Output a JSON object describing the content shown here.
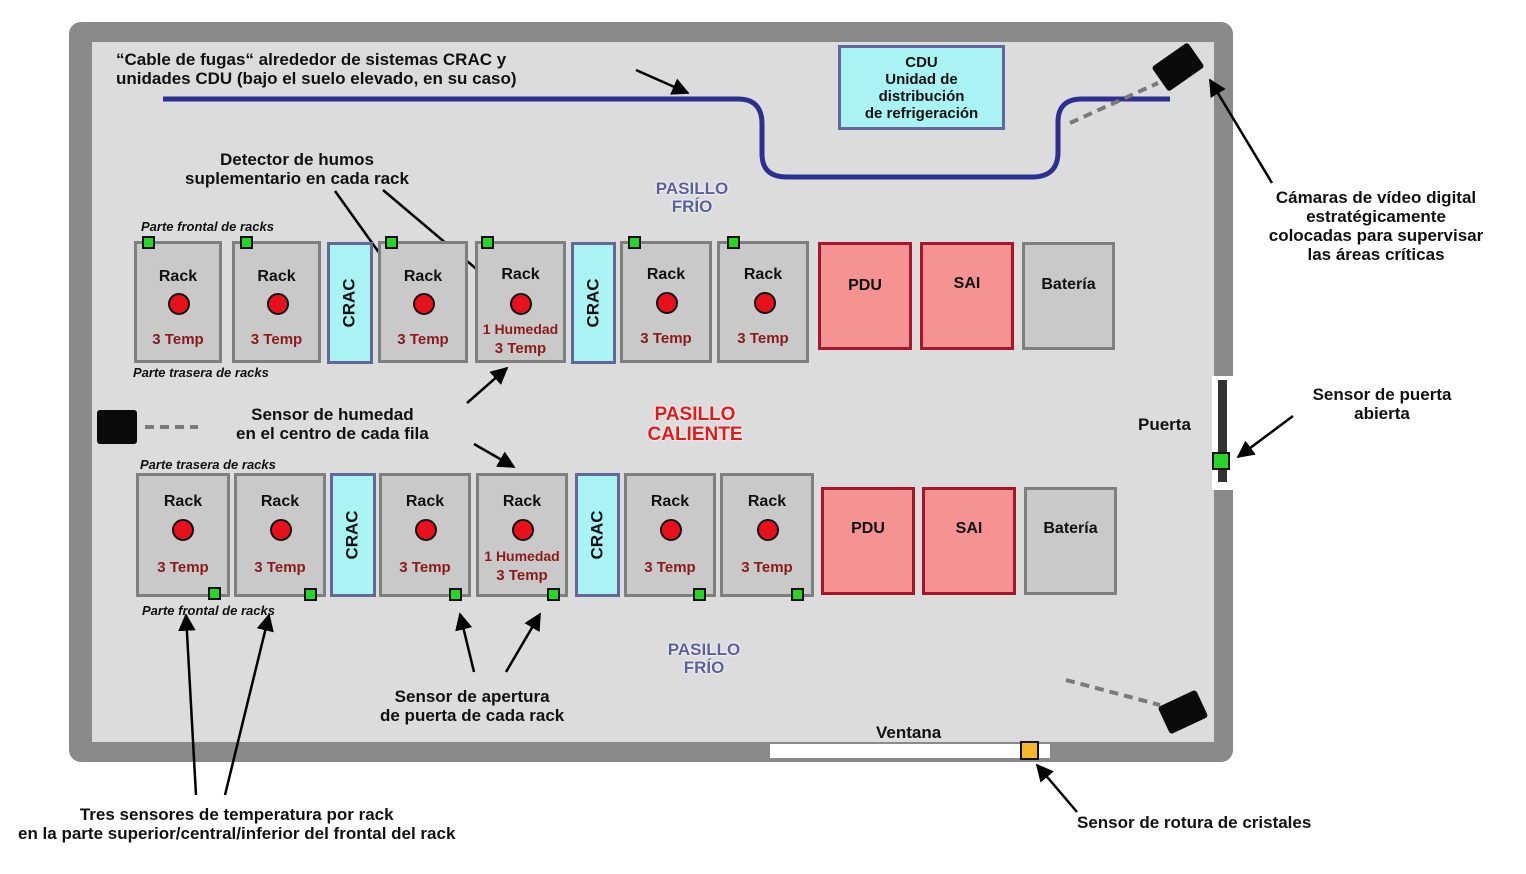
{
  "labels": {
    "leak_cable": "“Cable de fugas“ alrededor de sistemas CRAC y unidades CDU (bajo el suelo elevado, en su caso)",
    "leak_cable_l1": "“Cable de fugas“ alrededor de sistemas CRAC y",
    "leak_cable_l2": "unidades CDU (bajo el suelo elevado, en su caso)",
    "cdu_l1": "CDU",
    "cdu_l2": "Unidad de",
    "cdu_l3": "distribución",
    "cdu_l4": "de refrigeración",
    "smoke_l1": "Detector de humos",
    "smoke_l2": "suplementario en cada rack",
    "cold_aisle_l1": "PASILLO",
    "cold_aisle_l2": "FRÍO",
    "hot_aisle_l1": "PASILLO",
    "hot_aisle_l2": "CALIENTE",
    "rack_front": "Parte frontal de racks",
    "rack_back": "Parte trasera de racks",
    "humidity_l1": "Sensor de humedad",
    "humidity_l2": "en el centro de cada fila",
    "rack_door_l1": "Sensor de apertura",
    "rack_door_l2": "de puerta de cada rack",
    "temp_l1": "Tres sensores de temperatura por rack",
    "temp_l2": "en la parte superior/central/inferior del frontal del rack",
    "cameras_l1": "Cámaras de vídeo digital",
    "cameras_l2": "estratégicamente",
    "cameras_l3": "colocadas para supervisar",
    "cameras_l4": "las áreas críticas",
    "door": "Puerta",
    "door_sensor_l1": "Sensor de puerta",
    "door_sensor_l2": "abierta",
    "window": "Ventana",
    "glass_sensor": "Sensor de rotura de cristales"
  },
  "units": {
    "rack": "Rack",
    "crac": "CRAC",
    "pdu": "PDU",
    "ups": "SAI",
    "battery": "Batería",
    "temp": "3 Temp",
    "humidity": "1 Humedad"
  },
  "colors": {
    "rack_fill": "#c9c9c9",
    "crac_fill": "#a9f3f5",
    "power_fill": "#f59393",
    "leak_cable": "#2b2f8f",
    "sensor_green": "#28d428",
    "glass_sensor": "#f5b82a",
    "hot_aisle": "#e81818",
    "cold_aisle": "#5a5fa0"
  },
  "icons": [
    "camera-icon",
    "smoke-detector-icon",
    "green-sensor-icon",
    "glass-break-sensor-icon"
  ]
}
